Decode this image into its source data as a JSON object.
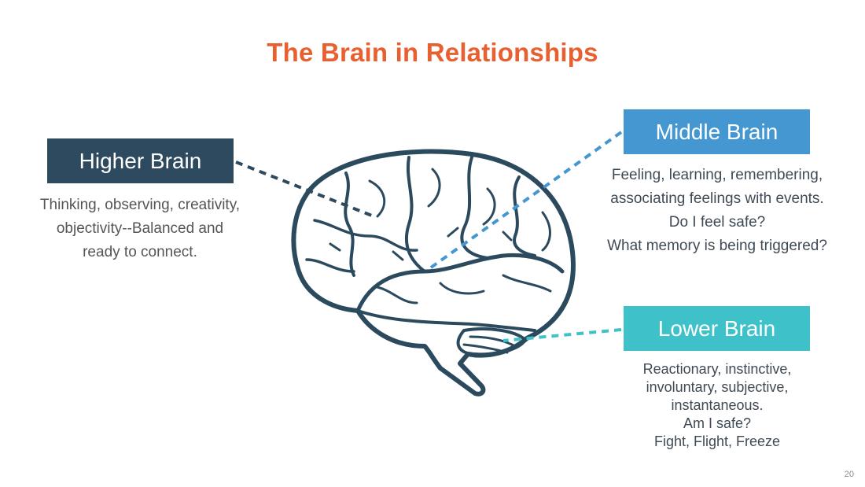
{
  "slide": {
    "title": "The Brain in Relationships",
    "page_number": "20"
  },
  "colors": {
    "title": "#e8602f",
    "higher": "#2e4a5f",
    "middle": "#4497d0",
    "lower": "#3ec1c8",
    "brain_outline": "#2b4a5e",
    "text": "#3f4a55"
  },
  "regions": {
    "higher": {
      "label": "Higher Brain",
      "description": [
        "Thinking, observing, creativity,",
        "objectivity--Balanced and",
        "ready to connect."
      ]
    },
    "middle": {
      "label": "Middle Brain",
      "description": [
        "Feeling, learning, remembering,",
        "associating feelings with events.",
        "Do I feel safe?",
        "What memory is being triggered?"
      ]
    },
    "lower": {
      "label": "Lower Brain",
      "description": [
        "Reactionary, instinctive,",
        "involuntary, subjective,",
        "instantaneous.",
        "Am I safe?",
        "Fight, Flight, Freeze"
      ]
    }
  },
  "illustration": {
    "icon": "brain-icon"
  }
}
